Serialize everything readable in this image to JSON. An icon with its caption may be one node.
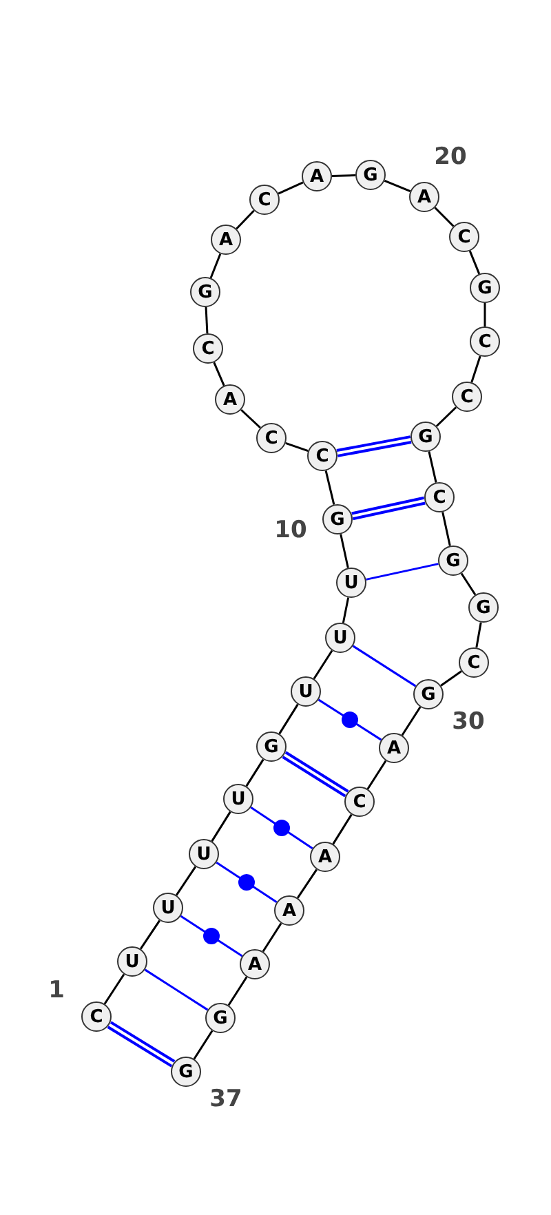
{
  "diagram": {
    "nodes": [
      {
        "text": [
          "C"
        ]
      },
      {
        "text": [
          "U"
        ]
      },
      {
        "text": [
          "U"
        ]
      },
      {
        "text": [
          "U"
        ]
      },
      {
        "text": [
          "U"
        ]
      },
      {
        "text": [
          "G"
        ]
      },
      {
        "text": [
          "U"
        ]
      },
      {
        "text": [
          "U"
        ]
      },
      {
        "text": [
          "U"
        ]
      },
      {
        "text": [
          "G"
        ]
      },
      {
        "text": [
          "C"
        ]
      },
      {
        "text": [
          "C"
        ]
      },
      {
        "text": [
          "A"
        ]
      },
      {
        "text": [
          "C"
        ]
      },
      {
        "text": [
          "G"
        ]
      },
      {
        "text": [
          "A"
        ]
      },
      {
        "text": [
          "C"
        ]
      },
      {
        "text": [
          "A"
        ]
      },
      {
        "text": [
          "G"
        ]
      },
      {
        "text": [
          "A"
        ]
      },
      {
        "text": [
          "C"
        ]
      },
      {
        "text": [
          "G"
        ]
      },
      {
        "text": [
          "C"
        ]
      },
      {
        "text": [
          "C"
        ]
      },
      {
        "text": [
          "G"
        ]
      },
      {
        "text": [
          "C"
        ]
      },
      {
        "text": [
          "G"
        ]
      },
      {
        "text": [
          "G"
        ]
      },
      {
        "text": [
          "C"
        ]
      },
      {
        "text": [
          "G"
        ]
      },
      {
        "text": [
          "A"
        ]
      },
      {
        "text": [
          "C"
        ]
      },
      {
        "text": [
          "A"
        ]
      },
      {
        "text": [
          "A"
        ]
      },
      {
        "text": [
          "A"
        ]
      },
      {
        "text": [
          "G"
        ]
      },
      {
        "text": [
          "G"
        ]
      }
    ],
    "edges": [
      {
        "from": 0,
        "to": 1,
        "arrow": "none"
      },
      {
        "from": 1,
        "to": 2,
        "arrow": "none"
      },
      {
        "from": 2,
        "to": 3,
        "arrow": "none"
      },
      {
        "from": 3,
        "to": 4,
        "arrow": "none"
      },
      {
        "from": 4,
        "to": 5,
        "arrow": "none"
      },
      {
        "from": 5,
        "to": 6,
        "arrow": "none"
      },
      {
        "from": 6,
        "to": 7,
        "arrow": "none"
      },
      {
        "from": 7,
        "to": 8,
        "arrow": "none"
      },
      {
        "from": 8,
        "to": 9,
        "arrow": "none"
      },
      {
        "from": 9,
        "to": 10,
        "arrow": "none"
      },
      {
        "from": 10,
        "to": 11,
        "arrow": "none"
      },
      {
        "from": 11,
        "to": 12,
        "arrow": "none"
      },
      {
        "from": 12,
        "to": 13,
        "arrow": "none"
      },
      {
        "from": 13,
        "to": 14,
        "arrow": "none"
      },
      {
        "from": 14,
        "to": 15,
        "arrow": "none"
      },
      {
        "from": 15,
        "to": 16,
        "arrow": "none"
      },
      {
        "from": 16,
        "to": 17,
        "arrow": "none"
      },
      {
        "from": 17,
        "to": 18,
        "arrow": "none"
      },
      {
        "from": 18,
        "to": 19,
        "arrow": "none"
      },
      {
        "from": 19,
        "to": 20,
        "arrow": "none"
      },
      {
        "from": 20,
        "to": 21,
        "arrow": "none"
      },
      {
        "from": 21,
        "to": 22,
        "arrow": "none"
      },
      {
        "from": 22,
        "to": 23,
        "arrow": "none"
      },
      {
        "from": 23,
        "to": 24,
        "arrow": "none"
      },
      {
        "from": 24,
        "to": 25,
        "arrow": "none"
      },
      {
        "from": 25,
        "to": 26,
        "arrow": "none"
      },
      {
        "from": 26,
        "to": 27,
        "arrow": "none"
      },
      {
        "from": 27,
        "to": 28,
        "arrow": "none"
      },
      {
        "from": 28,
        "to": 29,
        "arrow": "none"
      },
      {
        "from": 29,
        "to": 30,
        "arrow": "none"
      },
      {
        "from": 30,
        "to": 31,
        "arrow": "none"
      },
      {
        "from": 31,
        "to": 32,
        "arrow": "none"
      },
      {
        "from": 32,
        "to": 33,
        "arrow": "none"
      },
      {
        "from": 33,
        "to": 34,
        "arrow": "none"
      },
      {
        "from": 34,
        "to": 35,
        "arrow": "none"
      },
      {
        "from": 35,
        "to": 36,
        "arrow": "none"
      },
      {
        "from": 0,
        "to": 36,
        "arrow": "none",
        "style": "thick",
        "color": "#0000ff"
      },
      {
        "from": 1,
        "to": 35,
        "arrow": "none",
        "color": "#0000ff"
      },
      {
        "from": 2,
        "to": 34,
        "arrow": "none",
        "color": "#0000ff"
      },
      {
        "from": 3,
        "to": 33,
        "arrow": "none",
        "color": "#0000ff"
      },
      {
        "from": 4,
        "to": 32,
        "arrow": "none",
        "color": "#0000ff"
      },
      {
        "from": 5,
        "to": 31,
        "arrow": "none",
        "style": "thick",
        "color": "#0000ff"
      },
      {
        "from": 6,
        "to": 30,
        "arrow": "none",
        "color": "#0000ff"
      },
      {
        "from": 7,
        "to": 29,
        "arrow": "none",
        "color": "#0000ff"
      },
      {
        "from": 8,
        "to": 26,
        "arrow": "none",
        "color": "#0000ff"
      },
      {
        "from": 9,
        "to": 25,
        "arrow": "none",
        "style": "thick",
        "color": "#0000ff"
      },
      {
        "from": 10,
        "to": 24,
        "arrow": "none",
        "style": "thick",
        "color": "#0000ff"
      }
    ],
    "labels": [
      "20",
      "10",
      "30",
      "1",
      "37"
    ]
  }
}
